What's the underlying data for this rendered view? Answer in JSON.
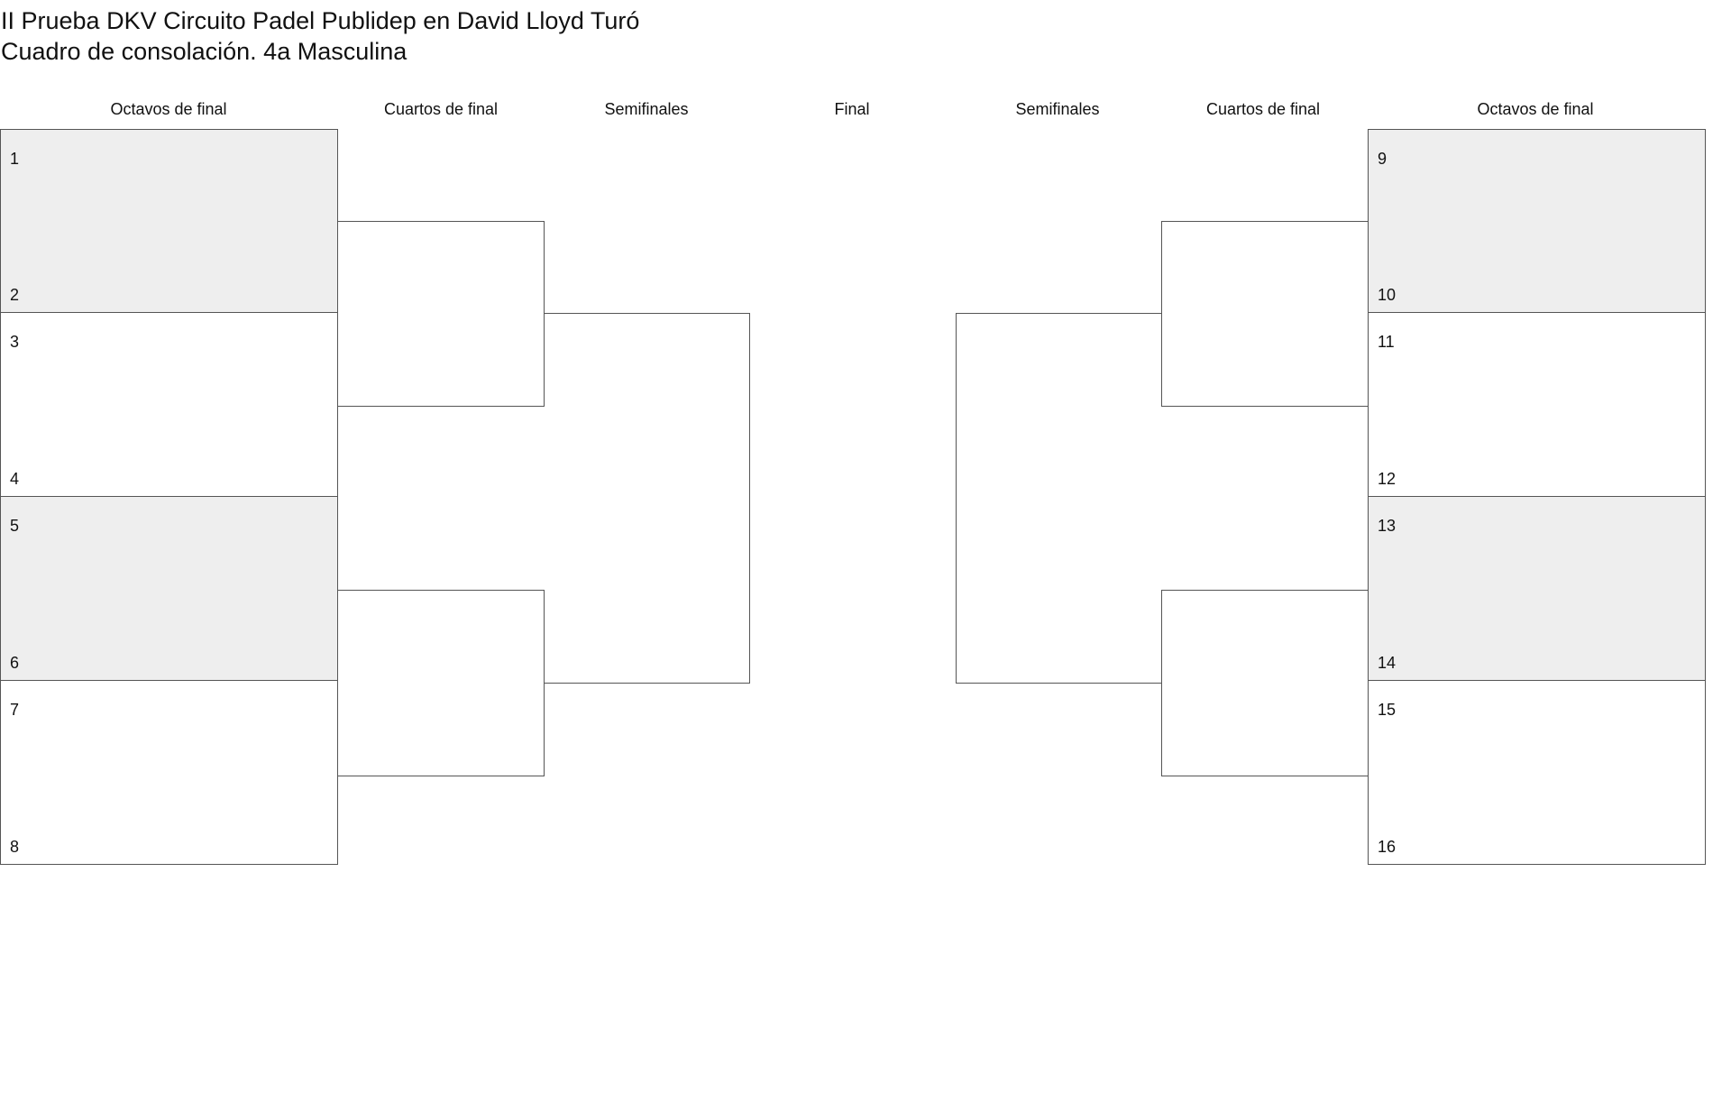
{
  "header": {
    "title": "II Prueba DKV Circuito Padel Publidep en David Lloyd Turó",
    "subtitle": "Cuadro de consolación. 4a Masculina"
  },
  "rounds": {
    "left_octavos": "Octavos de final",
    "left_cuartos": "Cuartos de final",
    "left_semis": "Semifinales",
    "final": "Final",
    "right_semis": "Semifinales",
    "right_cuartos": "Cuartos de final",
    "right_octavos": "Octavos de final"
  },
  "seeds": {
    "left": [
      {
        "top": "1",
        "bottom": "2"
      },
      {
        "top": "3",
        "bottom": "4"
      },
      {
        "top": "5",
        "bottom": "6"
      },
      {
        "top": "7",
        "bottom": "8"
      }
    ],
    "right": [
      {
        "top": "9",
        "bottom": "10"
      },
      {
        "top": "11",
        "bottom": "12"
      },
      {
        "top": "13",
        "bottom": "14"
      },
      {
        "top": "15",
        "bottom": "16"
      }
    ]
  },
  "colors": {
    "shaded_box": "#eeeeee",
    "line": "#555555"
  }
}
